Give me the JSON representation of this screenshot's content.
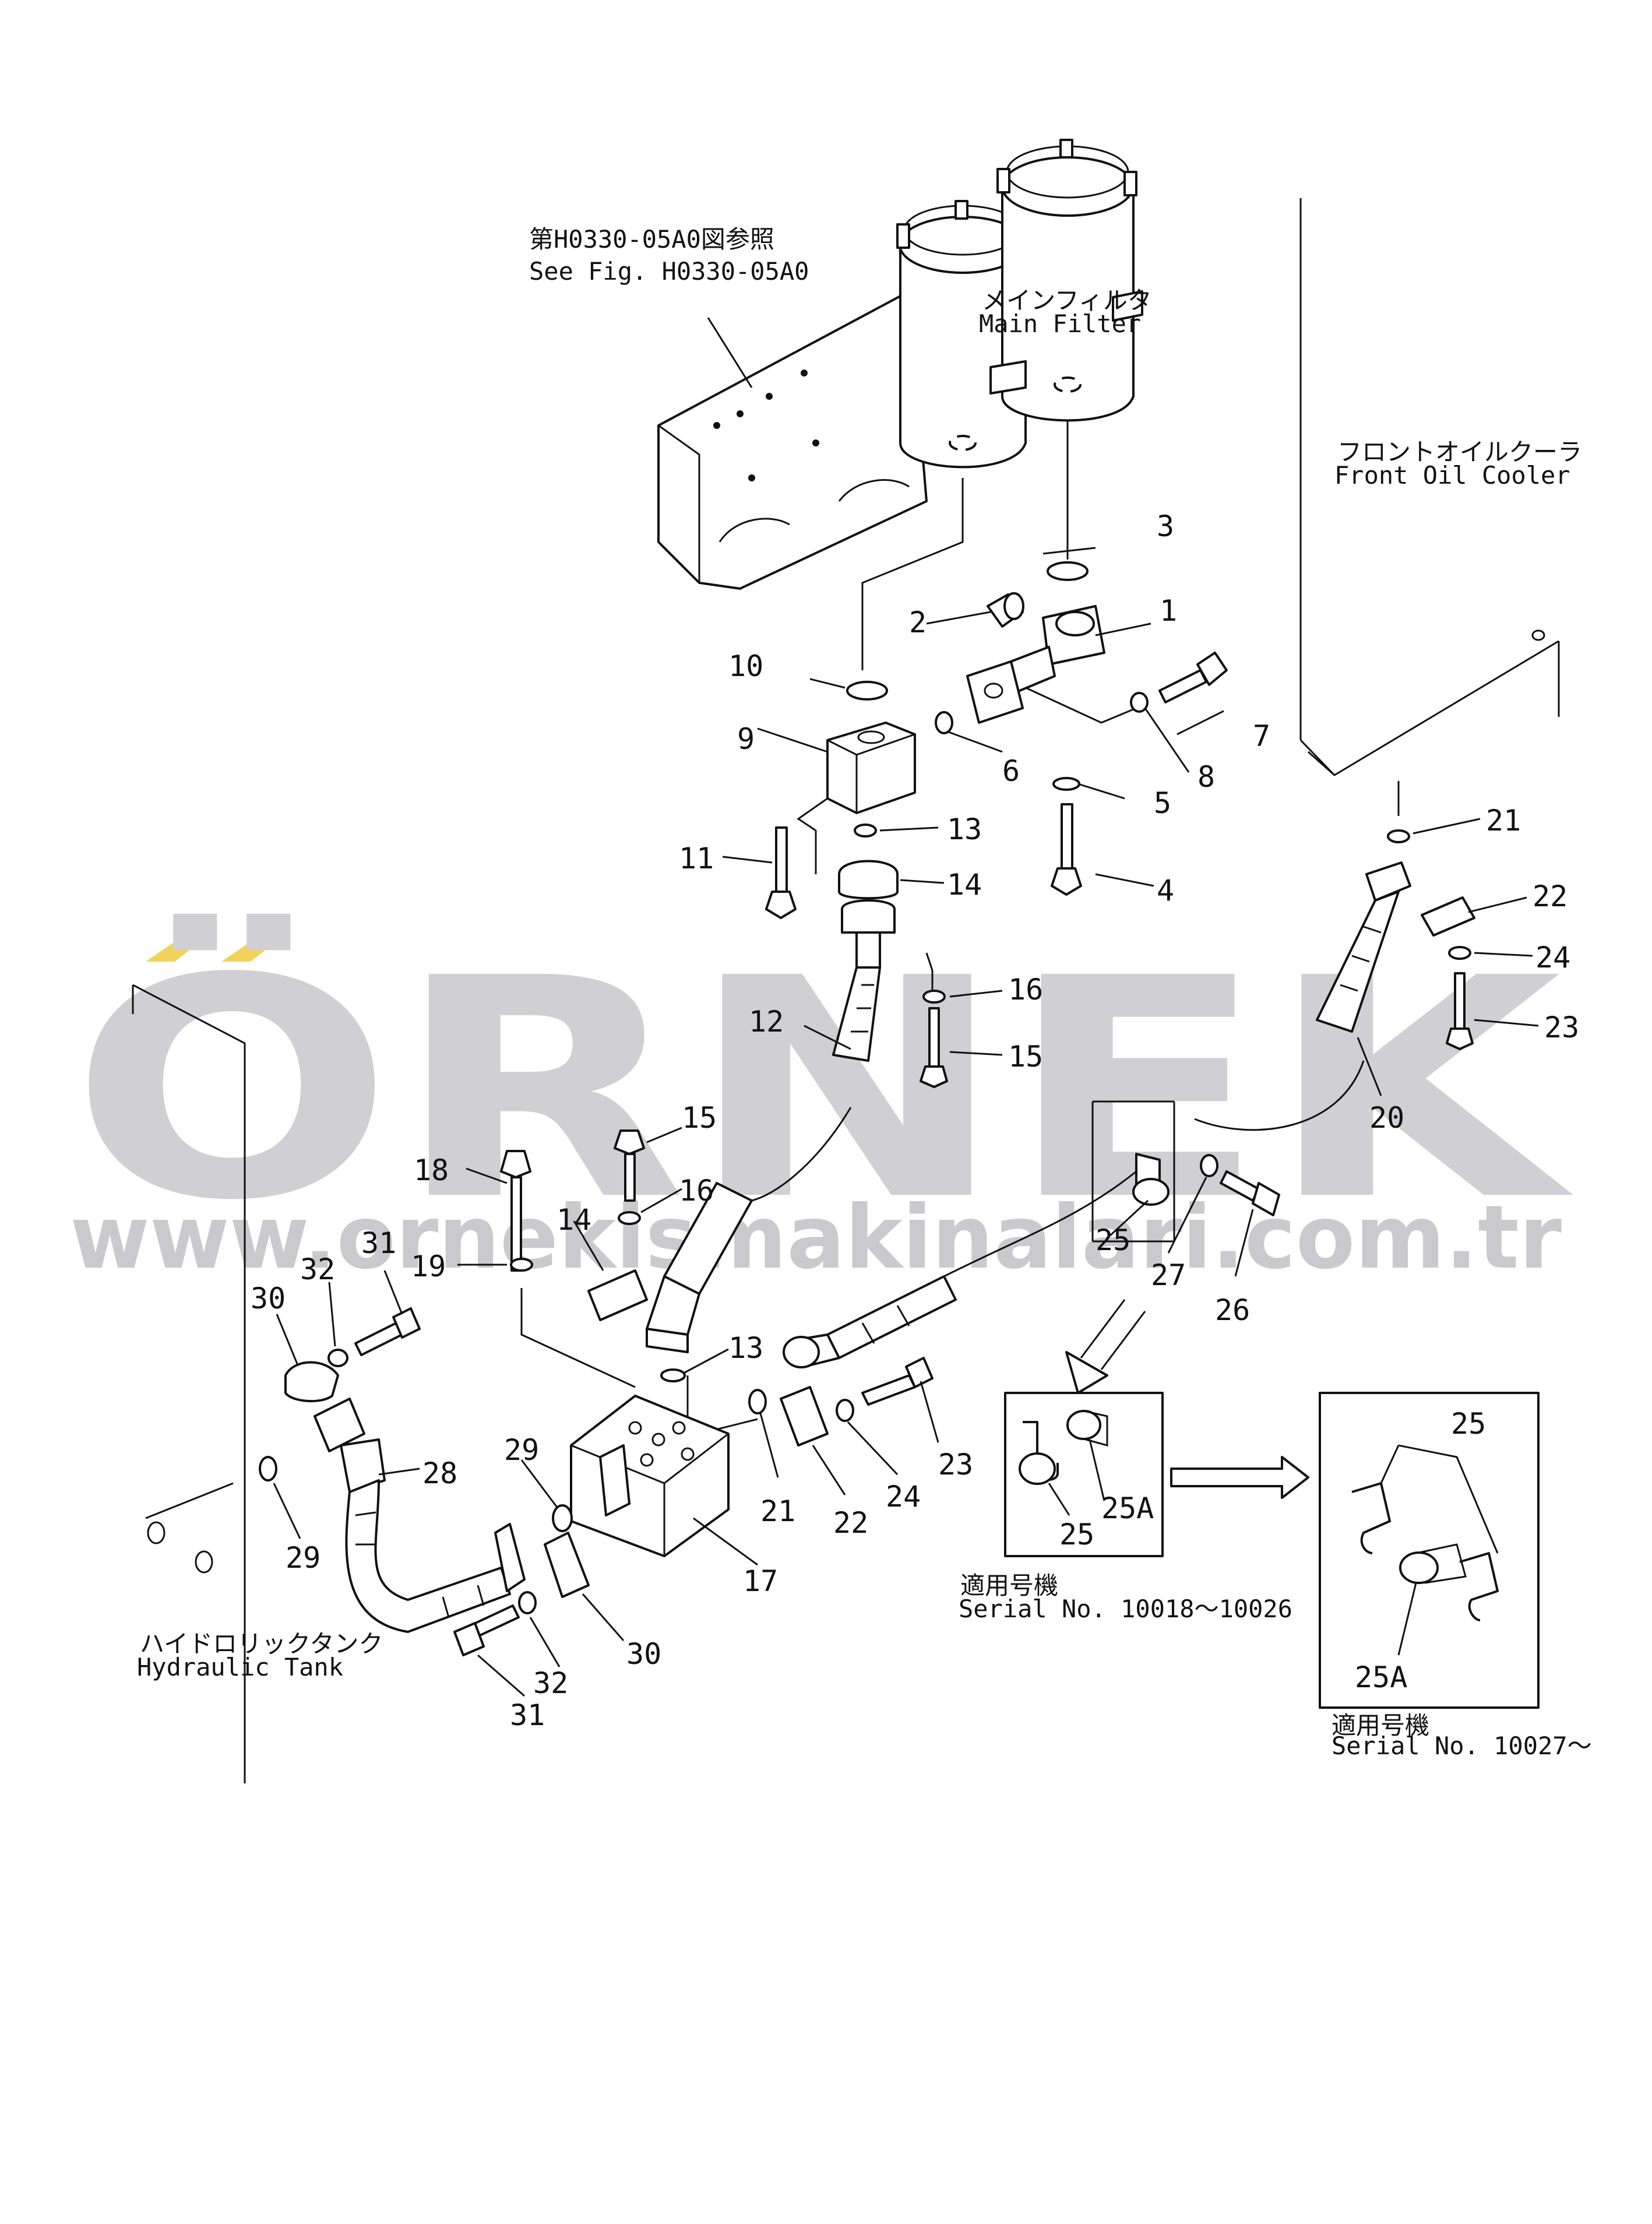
{
  "watermark": {
    "brand": "ÖRNEK",
    "url": "www.ornekismakinalari.com.tr",
    "accent_color": "#f2d25a",
    "text_color": "#cfcfd4"
  },
  "notes": {
    "see_fig_jp": "第H0330-05A0図参照",
    "see_fig_en": "See Fig. H0330-05A0",
    "main_filter_jp": "メインフィルタ",
    "main_filter_en": "Main Filter",
    "front_oil_cooler_jp": "フロントオイルクーラ",
    "front_oil_cooler_en": "Front Oil Cooler",
    "hydraulic_tank_jp": "ハイドロリックタンク",
    "hydraulic_tank_en": "Hydraulic Tank",
    "serial_a_jp": "適用号機",
    "serial_a_en": "Serial No. 10018～10026",
    "serial_b_jp": "適用号機",
    "serial_b_en": "Serial No. 10027～"
  },
  "part_labels": {
    "p1": "1",
    "p2": "2",
    "p3": "3",
    "p4": "4",
    "p5": "5",
    "p6": "6",
    "p7": "7",
    "p8": "8",
    "p9": "9",
    "p10": "10",
    "p11": "11",
    "p12": "12",
    "p13a": "13",
    "p14a": "14",
    "p16a": "16",
    "p15a": "15",
    "p21a": "21",
    "p22a": "22",
    "p24a": "24",
    "p23a": "23",
    "p20": "20",
    "p15b": "15",
    "p16b": "16",
    "p18": "18",
    "p14b": "14",
    "p19": "19",
    "p31a": "31",
    "p32a": "32",
    "p30a": "30",
    "p25": "25",
    "p27": "27",
    "p26": "26",
    "p13b": "13",
    "p23b": "23",
    "p21b": "21",
    "p24b": "24",
    "p22b": "22",
    "p17": "17",
    "p29a": "29",
    "p28": "28",
    "p29b": "29",
    "p30b": "30",
    "p32b": "32",
    "p31b": "31",
    "p25_box_a": "25",
    "p25A_box_a": "25A",
    "p25_box_b": "25",
    "p25A_box_b": "25A"
  }
}
